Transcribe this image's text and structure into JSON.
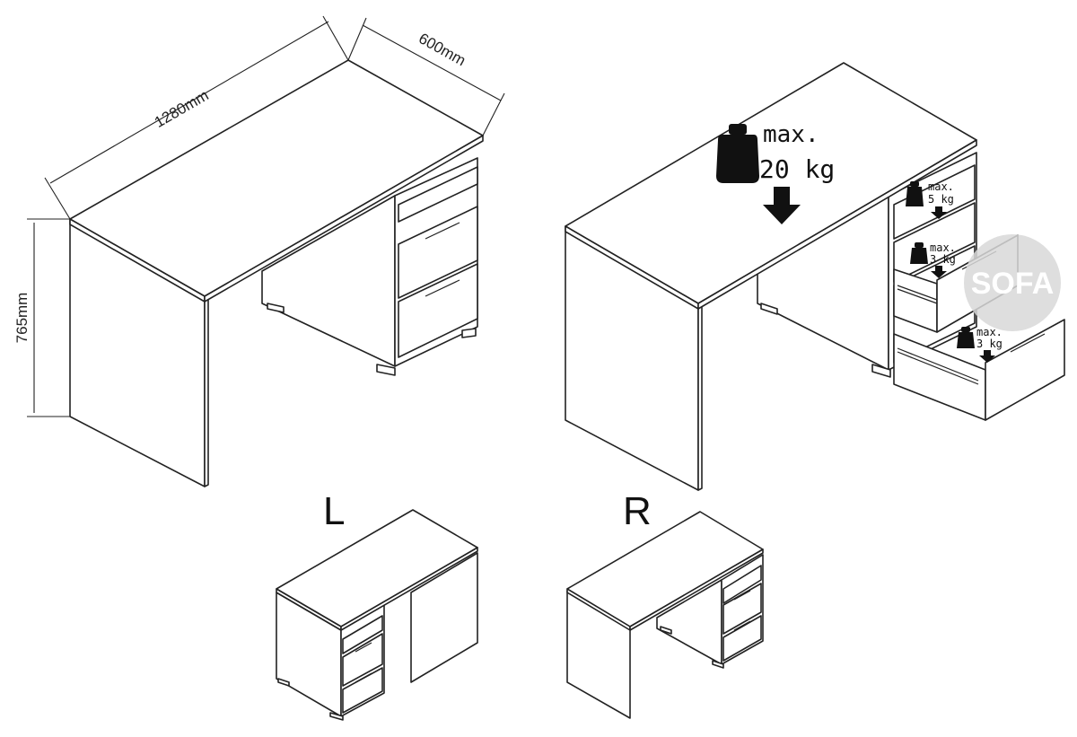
{
  "dimensions": {
    "width": "1280mm",
    "depth": "600mm",
    "height": "765mm"
  },
  "load_limits": {
    "top": {
      "line1": "max.",
      "line2": "20 kg"
    },
    "shelf": {
      "line1": "max.",
      "line2": "5 kg"
    },
    "drawer_upper": {
      "line1": "max.",
      "line2": "3 kg"
    },
    "drawer_lower": {
      "line1": "max.",
      "line2": "3 kg"
    }
  },
  "variants": {
    "left": "L",
    "right": "R"
  },
  "watermark": "SOFA",
  "colors": {
    "line": "#222222",
    "background": "#ffffff",
    "watermark": "#d8d8d8"
  }
}
